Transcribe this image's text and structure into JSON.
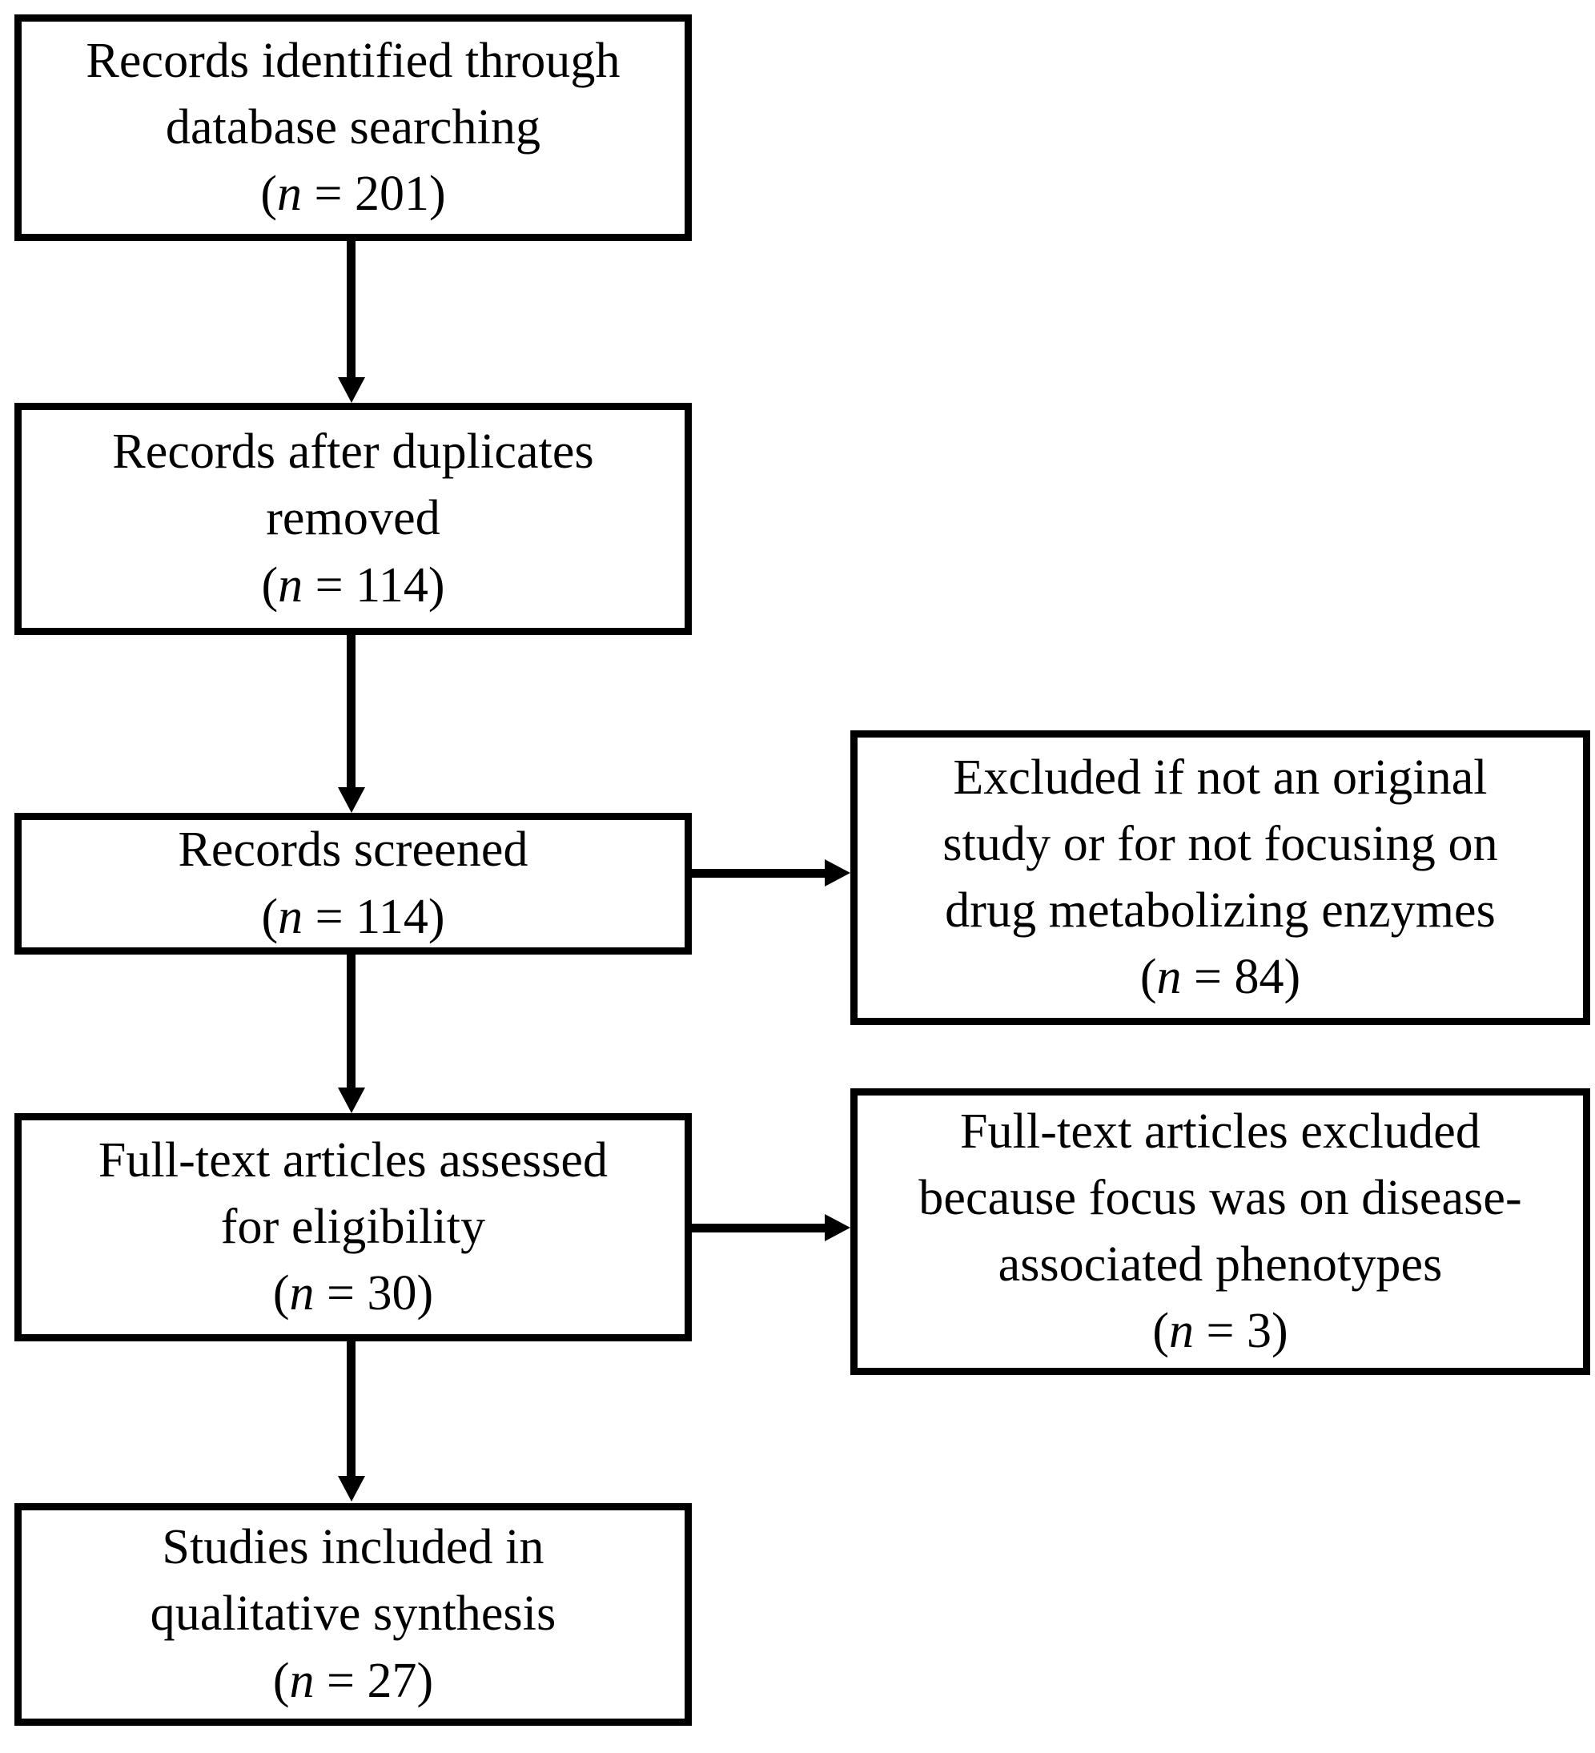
{
  "diagram": {
    "type": "prisma-flow-diagram",
    "accent_color": "#000000",
    "background_color": "#ffffff",
    "boxes": [
      {
        "id": "records-identified",
        "lines": [
          "Records identified through",
          "database searching"
        ],
        "count_prefix": "(",
        "count_var": "n",
        "count_eq": " = ",
        "count_value": "201",
        "count_suffix": ")",
        "count_text": "(n = 201)"
      },
      {
        "id": "records-after-duplicates",
        "lines": [
          "Records after duplicates",
          "removed"
        ],
        "count_prefix": "(",
        "count_var": "n",
        "count_eq": " = ",
        "count_value": "114",
        "count_suffix": ")",
        "count_text": "(n = 114)"
      },
      {
        "id": "records-screened",
        "lines": [
          "Records screened"
        ],
        "count_prefix": "(",
        "count_var": "n",
        "count_eq": " = ",
        "count_value": "114",
        "count_suffix": ")",
        "count_text": "(n = 114)"
      },
      {
        "id": "excluded-not-original",
        "lines": [
          "Excluded if not an original",
          "study or for not focusing on",
          "drug metabolizing enzymes"
        ],
        "count_prefix": "(",
        "count_var": "n",
        "count_eq": " = ",
        "count_value": "84",
        "count_suffix": ")",
        "count_text": "(n = 84)"
      },
      {
        "id": "fulltext-assessed",
        "lines": [
          "Full-text articles assessed",
          "for eligibility"
        ],
        "count_prefix": "(",
        "count_var": "n",
        "count_eq": " = ",
        "count_value": "30",
        "count_suffix": ")",
        "count_text": "(n = 30)"
      },
      {
        "id": "fulltext-excluded",
        "lines": [
          "Full-text articles excluded",
          "because focus was on disease-",
          "associated phenotypes"
        ],
        "count_prefix": "(",
        "count_var": "n",
        "count_eq": " = ",
        "count_value": "3",
        "count_suffix": ")",
        "count_text": "(n = 3)"
      },
      {
        "id": "studies-included",
        "lines": [
          "Studies included in",
          "qualitative synthesis"
        ],
        "count_prefix": "(",
        "count_var": "n",
        "count_eq": " = ",
        "count_value": "27",
        "count_suffix": ")",
        "count_text": "(n = 27)"
      }
    ],
    "connectors": [
      {
        "id": "identified-to-deduped",
        "direction": "down"
      },
      {
        "id": "deduped-to-screened",
        "direction": "down"
      },
      {
        "id": "screened-to-fulltext",
        "direction": "down"
      },
      {
        "id": "fulltext-to-included",
        "direction": "down"
      },
      {
        "id": "screened-to-excluded",
        "direction": "right"
      },
      {
        "id": "fulltext-to-excluded",
        "direction": "right"
      }
    ]
  }
}
